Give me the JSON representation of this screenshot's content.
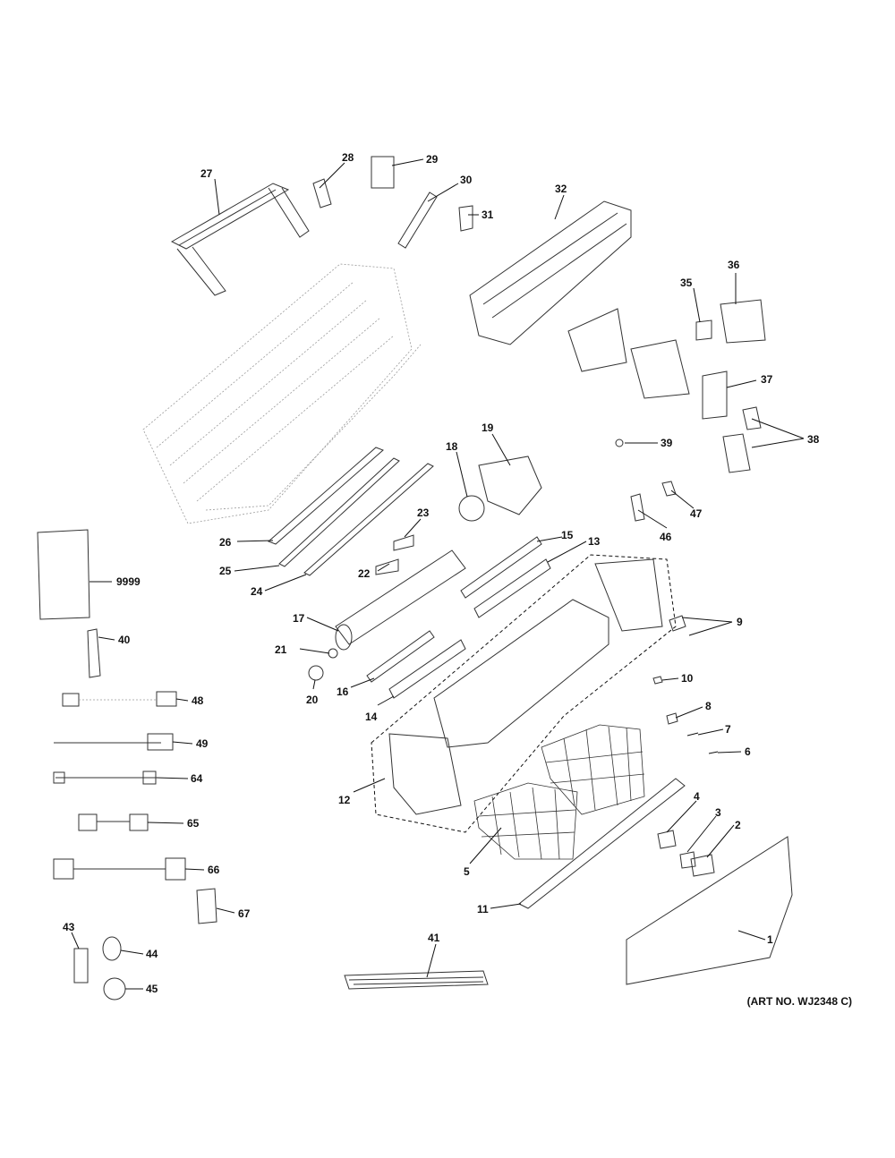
{
  "art_number": "(ART NO. WJ2348 C)",
  "labels": [
    "1",
    "2",
    "3",
    "4",
    "5",
    "6",
    "7",
    "8",
    "9",
    "10",
    "11",
    "12",
    "13",
    "14",
    "15",
    "16",
    "17",
    "18",
    "19",
    "20",
    "21",
    "22",
    "23",
    "24",
    "25",
    "26",
    "27",
    "28",
    "29",
    "30",
    "31",
    "32",
    "35",
    "36",
    "37",
    "38",
    "39",
    "40",
    "41",
    "43",
    "44",
    "45",
    "46",
    "47",
    "48",
    "49",
    "64",
    "65",
    "66",
    "67",
    "9999"
  ]
}
